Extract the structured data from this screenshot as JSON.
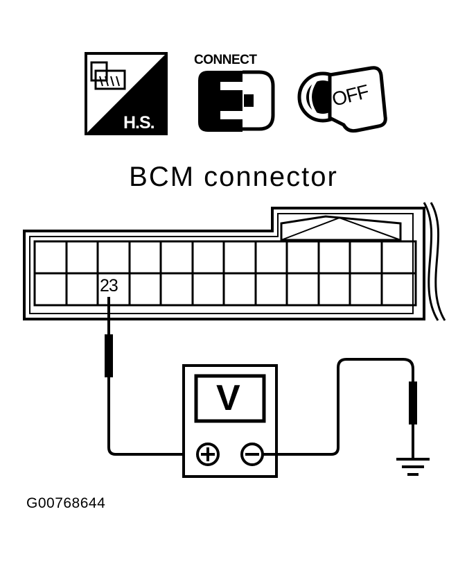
{
  "title": "BCM connector",
  "icons": {
    "harness_label": "H.S.",
    "connect_label": "CONNECT",
    "ignition_label": "OFF"
  },
  "connector": {
    "pin_label": "23"
  },
  "meter": {
    "label": "V"
  },
  "figure_id": "G00768644"
}
